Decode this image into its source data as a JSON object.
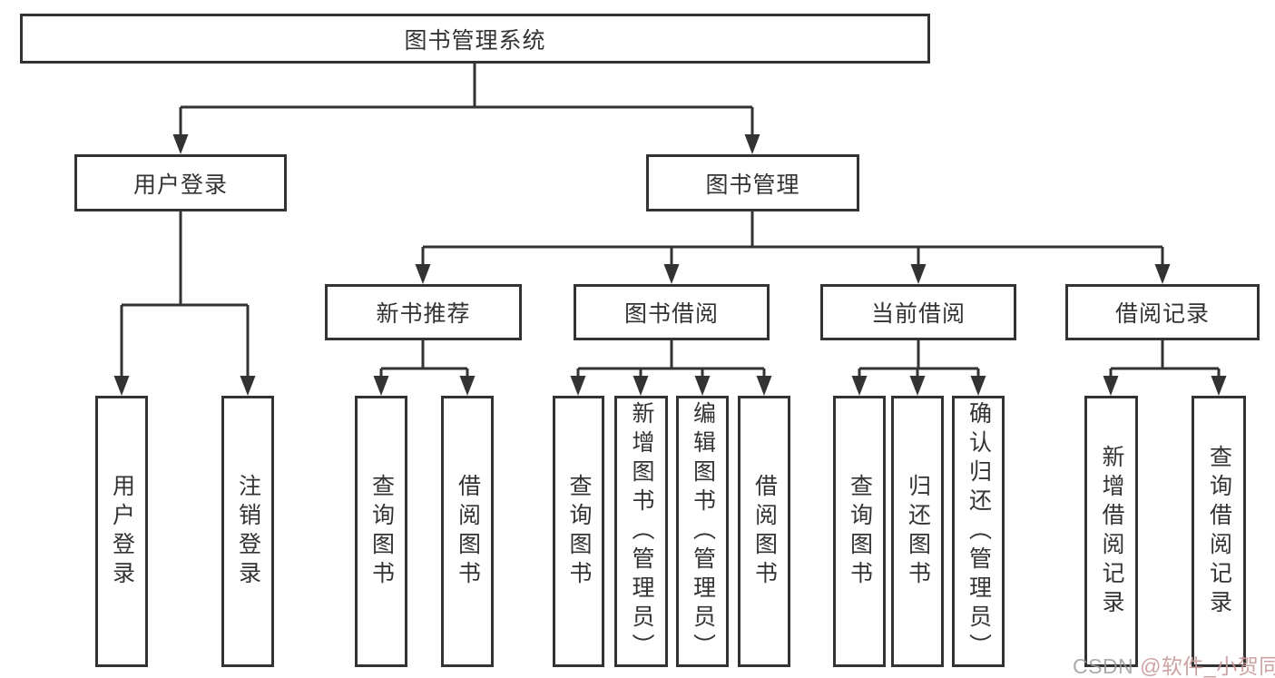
{
  "colors": {
    "line": "#333333",
    "box_border": "#333333",
    "box_background": "#ffffff",
    "text": "#333333",
    "watermark_brand": "#9b9b9b",
    "watermark_user": "#c69898"
  },
  "watermark": {
    "brand": "CSDN ",
    "user": "@软件_小贺同学"
  },
  "diagram": {
    "root": {
      "label": "图书管理系统",
      "children": [
        {
          "label": "用户登录",
          "children": [
            {
              "label": "用户登录"
            },
            {
              "label": "注销登录"
            }
          ]
        },
        {
          "label": "图书管理",
          "children": [
            {
              "label": "新书推荐",
              "children": [
                {
                  "label": "查询图书"
                },
                {
                  "label": "借阅图书"
                }
              ]
            },
            {
              "label": "图书借阅",
              "children": [
                {
                  "label": "查询图书"
                },
                {
                  "label": "新增图书（管理员）"
                },
                {
                  "label": "编辑图书（管理员）"
                },
                {
                  "label": "借阅图书"
                }
              ]
            },
            {
              "label": "当前借阅",
              "children": [
                {
                  "label": "查询图书"
                },
                {
                  "label": "归还图书"
                },
                {
                  "label": "确认归还（管理员）"
                }
              ]
            },
            {
              "label": "借阅记录",
              "children": [
                {
                  "label": "新增借阅记录"
                },
                {
                  "label": "查询借阅记录"
                }
              ]
            }
          ]
        }
      ]
    }
  }
}
